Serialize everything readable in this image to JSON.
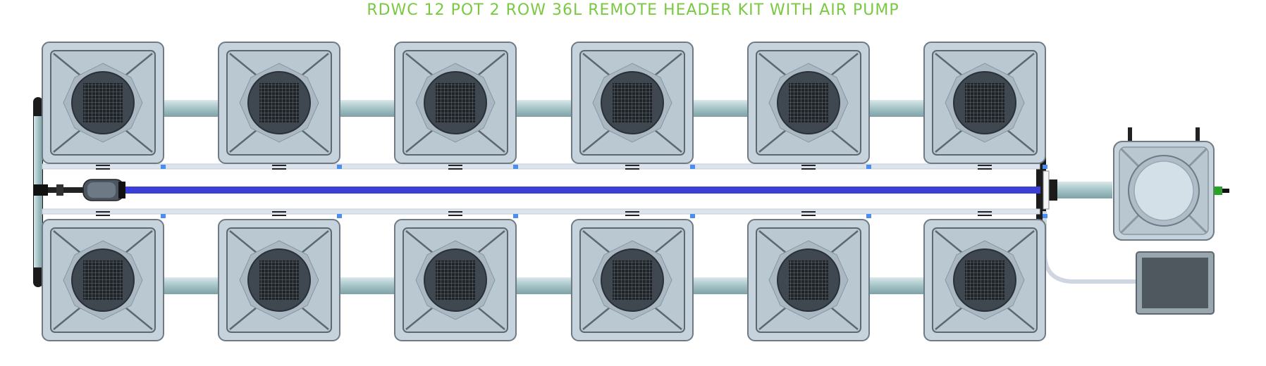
{
  "title": "RDWC 12 POT 2 ROW 36L REMOTE HEADER KIT WITH AIR PUMP",
  "colors": {
    "title": "#7ac943",
    "pot_body": "#c6d3dc",
    "pot_edge": "#6e7a84",
    "pot_dark": "#3f4850",
    "pipe": "#a3c3c6",
    "air_line": "#3b3fd6",
    "drain_line": "#dde3ec",
    "connector": "#4a8ef0"
  },
  "icons": {
    "pot": "grow-pot-icon",
    "header_tank": "header-tank-icon",
    "air_pump": "air-pump-icon",
    "water_pump": "water-pump-icon"
  },
  "layout_info": {
    "rows": 2,
    "pots_per_row": 6
  }
}
